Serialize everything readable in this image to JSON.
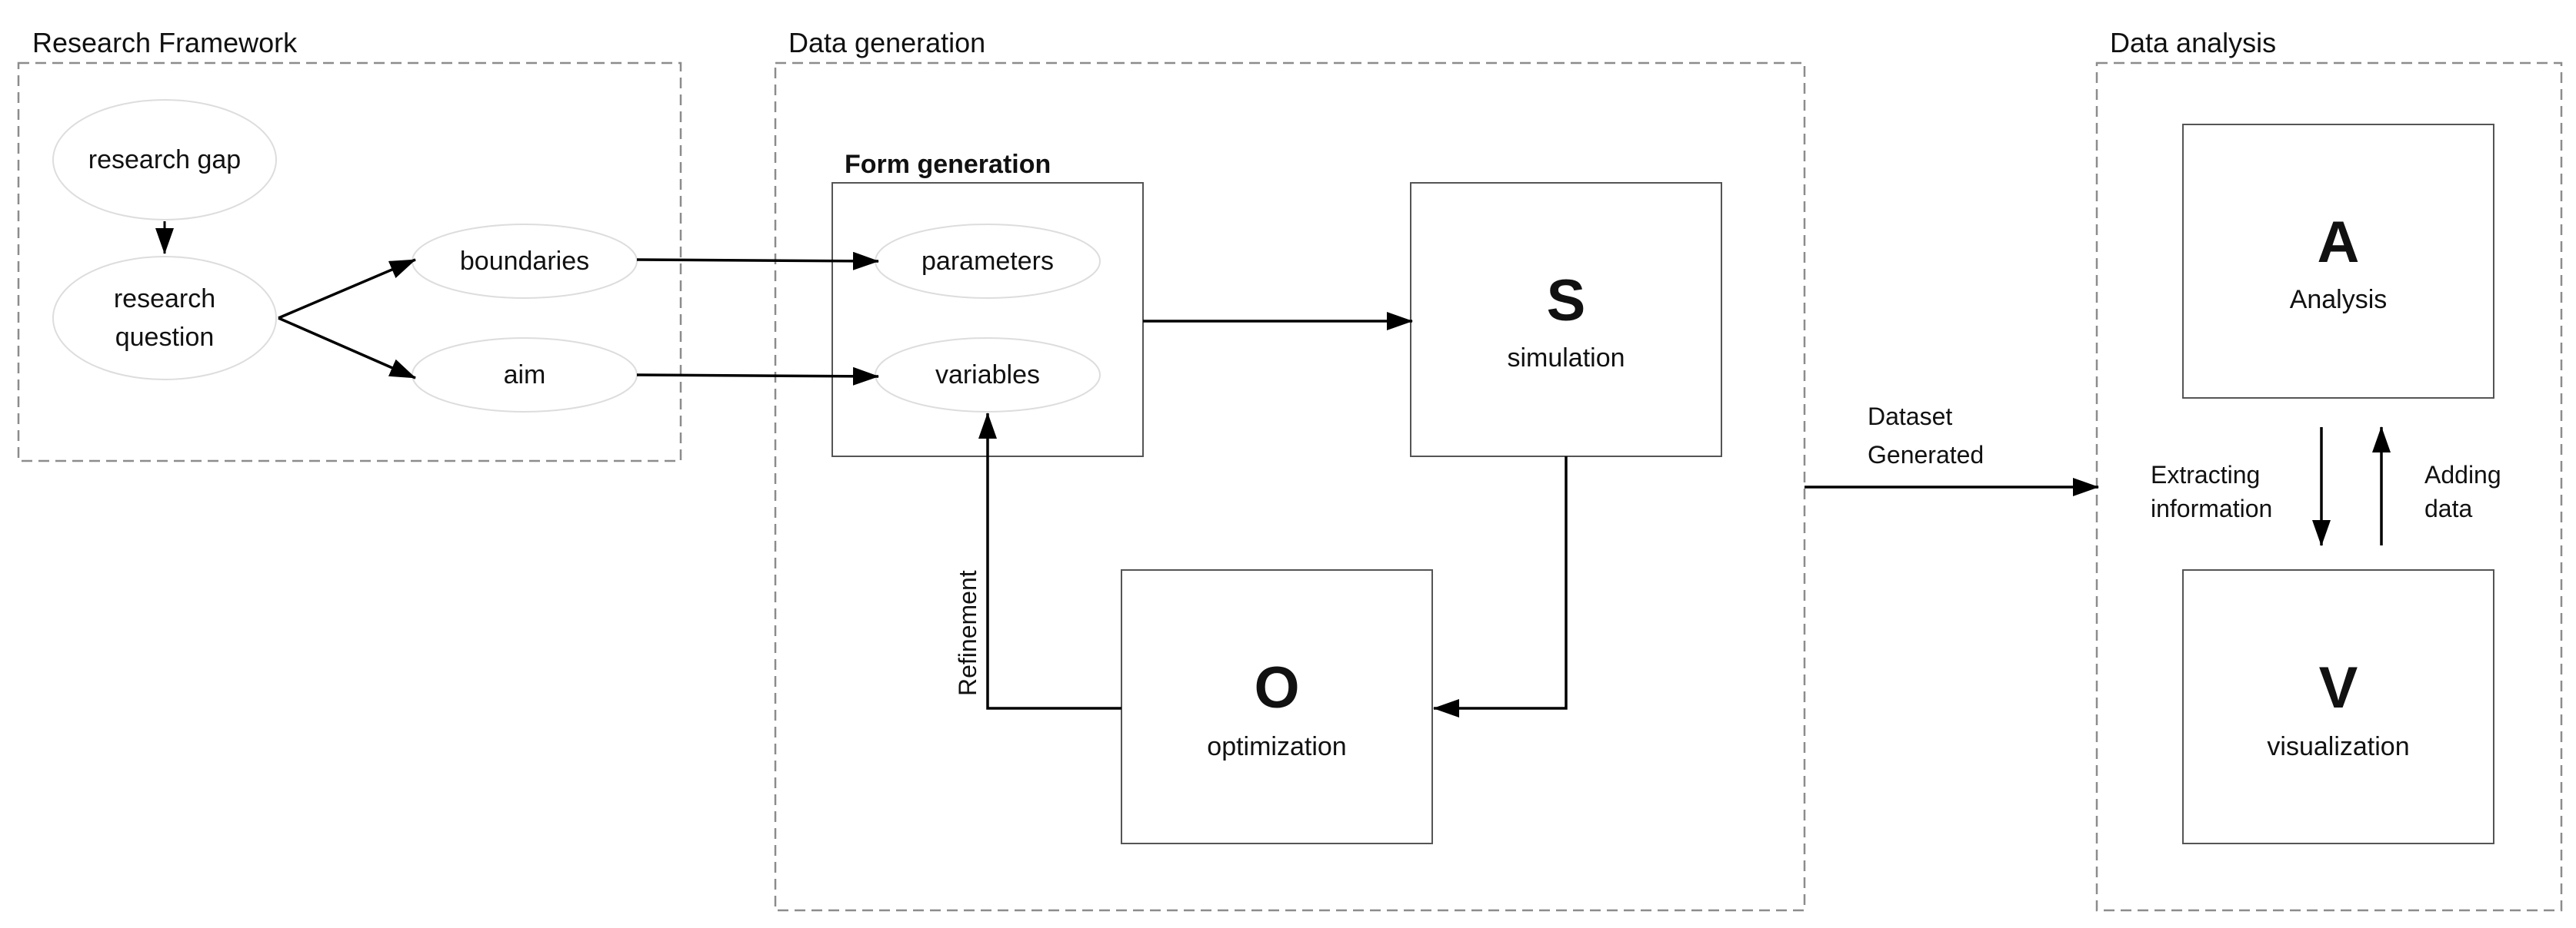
{
  "sections": {
    "research_framework": "Research Framework",
    "data_generation": "Data generation",
    "data_analysis": "Data analysis"
  },
  "research": {
    "gap": "research gap",
    "question_line1": "research",
    "question_line2": "question",
    "boundaries": "boundaries",
    "aim": "aim"
  },
  "form_generation": {
    "title": "Form generation",
    "parameters": "parameters",
    "variables": "variables"
  },
  "simulation": {
    "letter": "S",
    "name": "simulation"
  },
  "optimization": {
    "letter": "O",
    "name": "optimization"
  },
  "refinement": "Refinement",
  "dataset": {
    "line1": "Dataset",
    "line2": "Generated"
  },
  "analysis": {
    "letter": "A",
    "name": "Analysis"
  },
  "visualization": {
    "letter": "V",
    "name": "visualization"
  },
  "extracting": {
    "line1": "Extracting",
    "line2": "information"
  },
  "adding": {
    "line1": "Adding",
    "line2": "data"
  },
  "colors": {
    "stroke": "#000000",
    "dashed": "#8c8c8c",
    "box": "#555555",
    "oval": "#dddddd"
  }
}
